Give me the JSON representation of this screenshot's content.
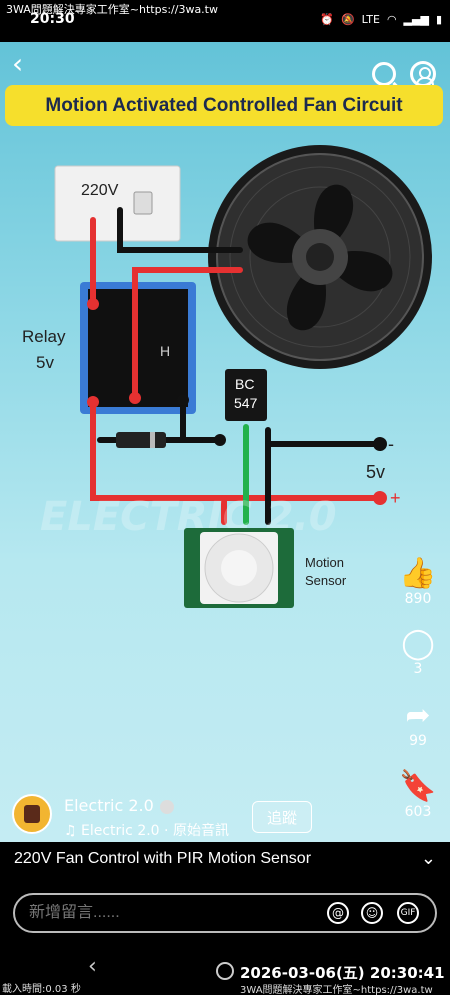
{
  "statusbar": {
    "title": "3WA問題解決專家工作室~https://3wa.tw",
    "time": "20:30",
    "icons": [
      "alarm-icon",
      "mute-icon",
      "lte-icon",
      "wifi-icon",
      "signal-icon",
      "battery-icon"
    ],
    "lte_label": "LTE"
  },
  "video": {
    "banner": "Motion Activated Controlled Fan Circuit",
    "labels": {
      "voltage": "220V",
      "relay": "Relay",
      "relay_v": "5v",
      "bc": "BC",
      "bc_num": "547",
      "five_v": "5v",
      "minus": "-",
      "plus": "+",
      "motion": "Motion",
      "sensor": "Sensor",
      "relay_h": "H",
      "watermark": "ELECTRIC 2.0"
    },
    "colors": {
      "banner": "#f6df2c",
      "red_wire": "#e53131",
      "black_wire": "#111111",
      "green_wire": "#22b14c"
    }
  },
  "side_actions": [
    {
      "icon": "thumbs-up-icon",
      "count": "890"
    },
    {
      "icon": "comment-icon",
      "count": "3"
    },
    {
      "icon": "share-icon",
      "count": "99"
    },
    {
      "icon": "bookmark-icon",
      "count": "603"
    }
  ],
  "channel": {
    "name": "Electric 2.0",
    "music": "♫ Electric 2.0 · 原始音訊",
    "follow": "追蹤"
  },
  "caption": {
    "text": "220V Fan Control with PIR Motion Sensor",
    "chevron": "⌄"
  },
  "comment": {
    "placeholder": "新增留言......",
    "icons": [
      "at-icon",
      "emoji-icon",
      "gif-icon"
    ],
    "at": "@",
    "emoji": "☺",
    "gif": "GIF"
  },
  "navbar": {
    "load_time": "載入時間:0.03 秒",
    "datetime": "2026-03-06(五) 20:30:41",
    "studio": "3WA問題解決專家工作室~https://3wa.tw"
  }
}
